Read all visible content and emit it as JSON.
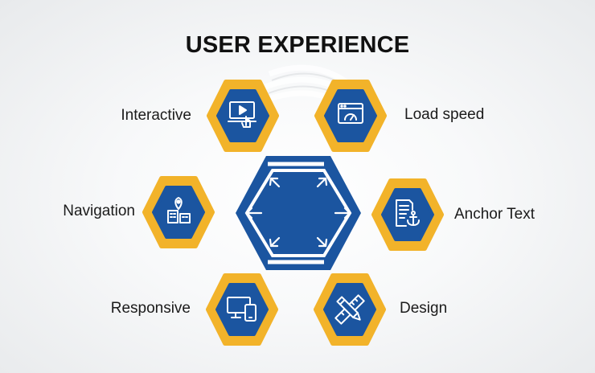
{
  "title": "USER EXPERIENCE",
  "colors": {
    "gold": "#F2B32A",
    "navy": "#1B55A0",
    "white": "#FFFFFF",
    "text": "#1B1B1B"
  },
  "center": {
    "icon": "eight-direction-arrows-icon"
  },
  "nodes": [
    {
      "label": "Interactive",
      "icon": "video-touch-icon"
    },
    {
      "label": "Load speed",
      "icon": "browser-speedometer-icon"
    },
    {
      "label": "Navigation",
      "icon": "location-building-icon"
    },
    {
      "label": "Anchor Text",
      "icon": "document-anchor-icon"
    },
    {
      "label": "Responsive",
      "icon": "desktop-mobile-icon"
    },
    {
      "label": "Design",
      "icon": "pencil-ruler-icon"
    }
  ]
}
